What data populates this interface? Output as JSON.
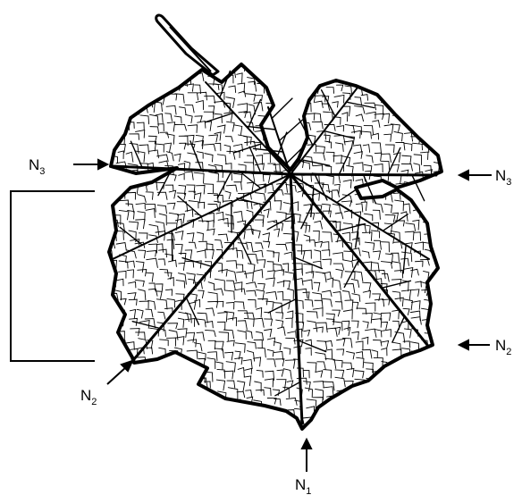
{
  "figure": {
    "labels": {
      "n3_left": {
        "main": "N",
        "sub": "3"
      },
      "n3_right": {
        "main": "N",
        "sub": "3"
      },
      "n2_left": {
        "main": "N",
        "sub": "2"
      },
      "n2_right": {
        "main": "N",
        "sub": "2"
      },
      "n1_bottom": {
        "main": "N",
        "sub": "1"
      }
    },
    "colors": {
      "ink": "#000000",
      "paper": "#ffffff"
    }
  }
}
